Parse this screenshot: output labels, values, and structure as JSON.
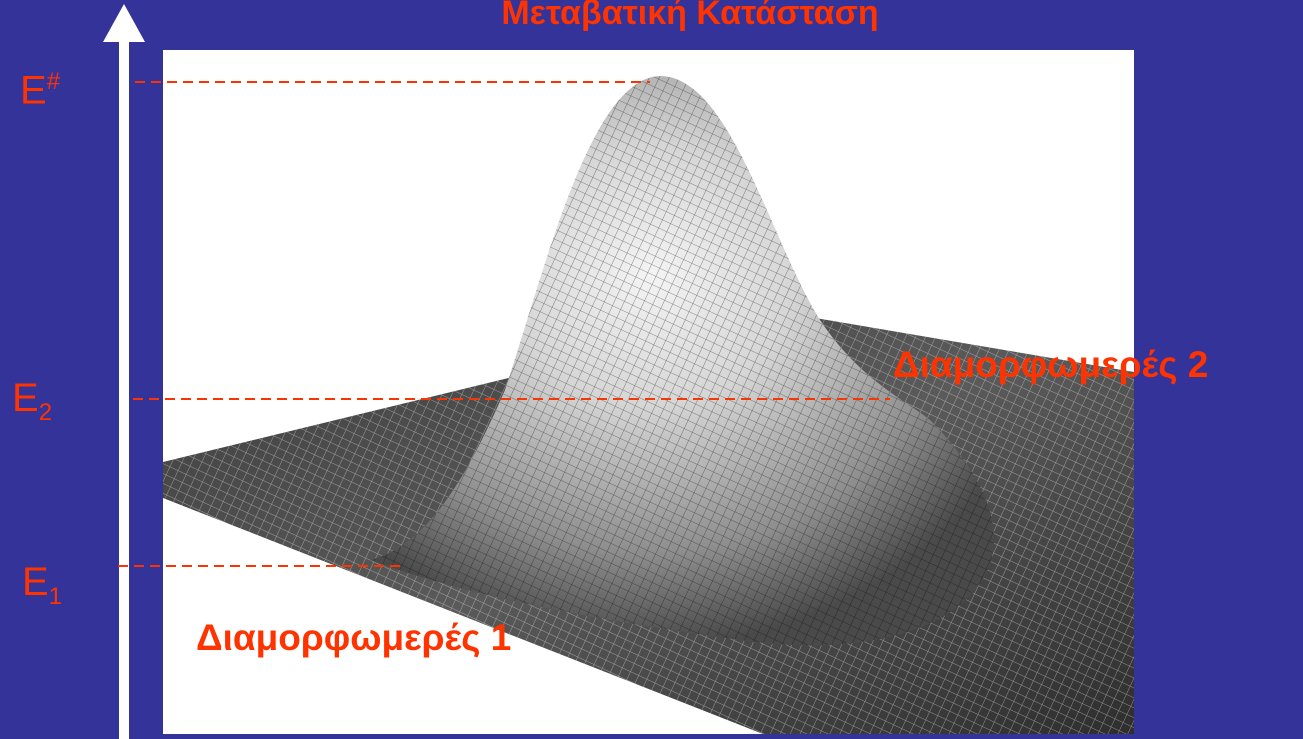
{
  "title": "Μεταβατική Κατάσταση",
  "energy_levels": {
    "transition": {
      "base": "E",
      "sup": "#"
    },
    "e2": {
      "base": "E",
      "sub": "2"
    },
    "e1": {
      "base": "E",
      "sub": "1"
    }
  },
  "regions": {
    "conformations_1": "Διαμορφωμερές 1",
    "conformations_2": "Διαμορφωμερές 2"
  },
  "colors": {
    "background": "#333399",
    "accent": "#ff3300",
    "axis": "#ffffff",
    "panel": "#ffffff"
  }
}
